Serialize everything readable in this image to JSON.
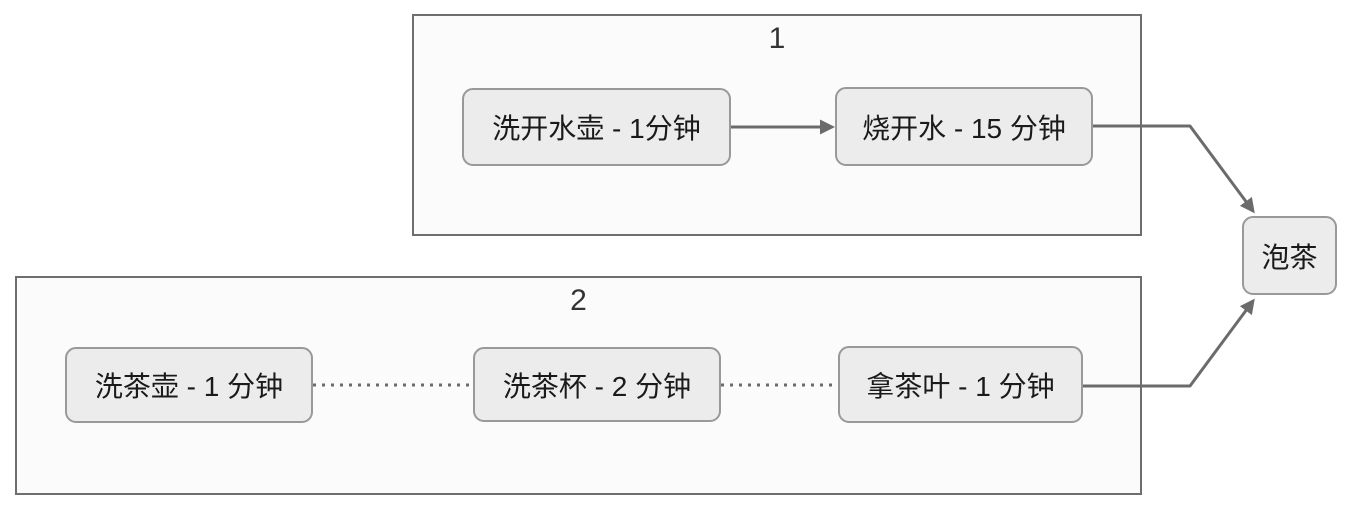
{
  "diagram": {
    "title": "",
    "groups": [
      {
        "label": "1",
        "nodes": [
          "wash_kettle",
          "boil_water"
        ]
      },
      {
        "label": "2",
        "nodes": [
          "wash_teapot",
          "wash_teacups",
          "get_tea_leaves"
        ]
      }
    ],
    "nodes": {
      "wash_kettle": {
        "label": "洗开水壶 - 1分钟"
      },
      "boil_water": {
        "label": "烧开水 - 15 分钟"
      },
      "wash_teapot": {
        "label": "洗茶壶 - 1 分钟"
      },
      "wash_teacups": {
        "label": "洗茶杯 - 2 分钟"
      },
      "get_tea_leaves": {
        "label": "拿茶叶 - 1 分钟"
      },
      "make_tea": {
        "label": "泡茶"
      }
    },
    "edges": [
      {
        "from": "wash_kettle",
        "to": "boil_water",
        "style": "solid",
        "arrow": true
      },
      {
        "from": "boil_water",
        "to": "make_tea",
        "style": "solid",
        "arrow": true
      },
      {
        "from": "wash_teapot",
        "to": "wash_teacups",
        "style": "dotted",
        "arrow": false
      },
      {
        "from": "wash_teacups",
        "to": "get_tea_leaves",
        "style": "dotted",
        "arrow": false
      },
      {
        "from": "get_tea_leaves",
        "to": "make_tea",
        "style": "solid",
        "arrow": true
      }
    ],
    "colors": {
      "background": "#ffffff",
      "group_fill": "#fbfbfb",
      "group_border": "#6e6e6e",
      "node_fill": "#ececec",
      "node_border": "#999999",
      "node_text": "#1a1a1a",
      "edge": "#6b6b6b"
    }
  }
}
